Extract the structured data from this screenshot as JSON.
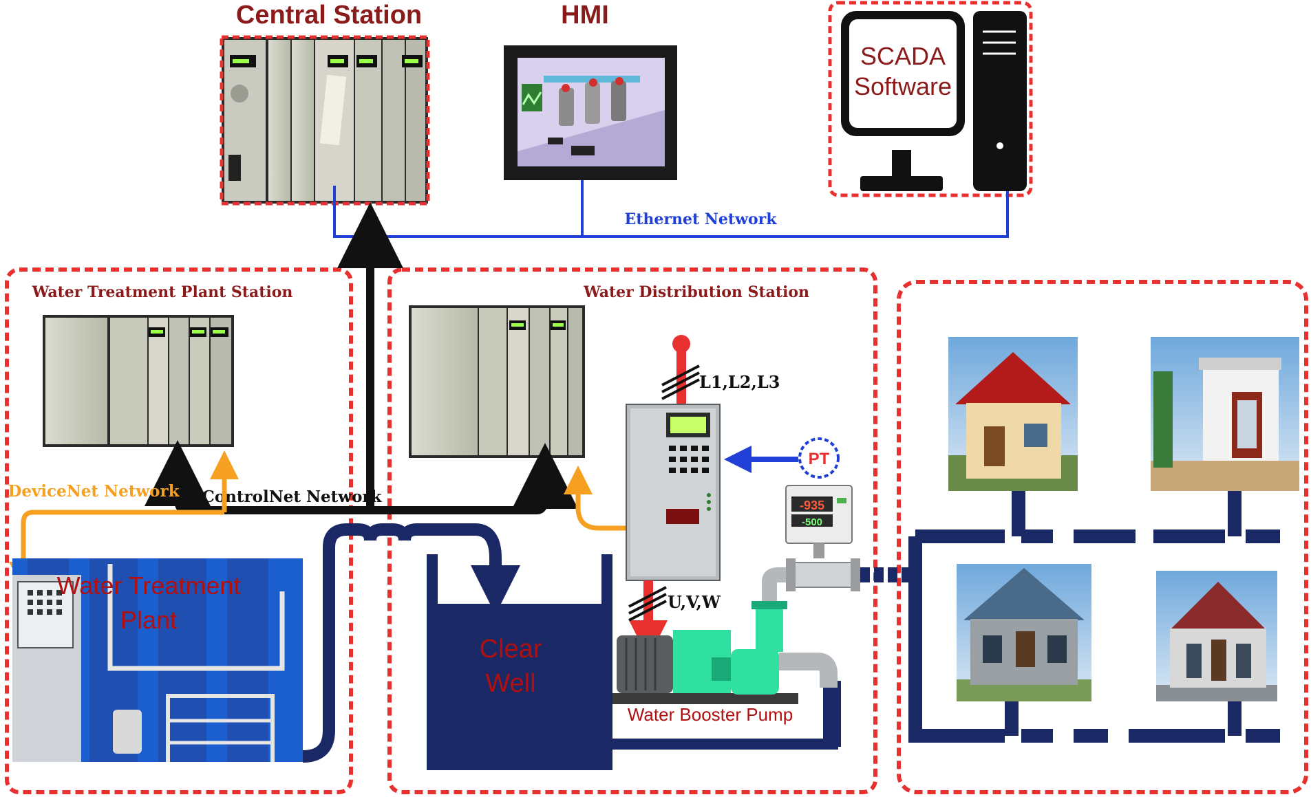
{
  "titles": {
    "central_station": "Central Station",
    "hmi": "HMI",
    "scada_line1": "SCADA",
    "scada_line2": "Software"
  },
  "stations": {
    "water_treatment": "Water Treatment Plant Station",
    "water_distribution": "Water Distribution Station"
  },
  "networks": {
    "ethernet": "Ethernet Network",
    "devicenet": "DeviceNet Network",
    "controlnet": "ControlNet Network"
  },
  "labels": {
    "plant_line1": "Water Treatment",
    "plant_line2": "Plant",
    "clearwell_line1": "Clear",
    "clearwell_line2": "Well",
    "booster_pump": "Water Booster Pump",
    "supply_phases": "L1,L2,L3",
    "motor_phases": "U,V,W",
    "pressure_transmitter": "PT",
    "pt_display_top": "-935",
    "pt_display_bottom": "-500"
  },
  "colors": {
    "station_border": "#e8302f",
    "central_title": "#8b1a1a",
    "ethernet": "#1f3fd6",
    "controlnet": "#111111",
    "devicenet": "#f5a020",
    "water_pipe": "#1a2966",
    "power_line": "#e8302f",
    "pt_arrow": "#1f3fd6"
  }
}
